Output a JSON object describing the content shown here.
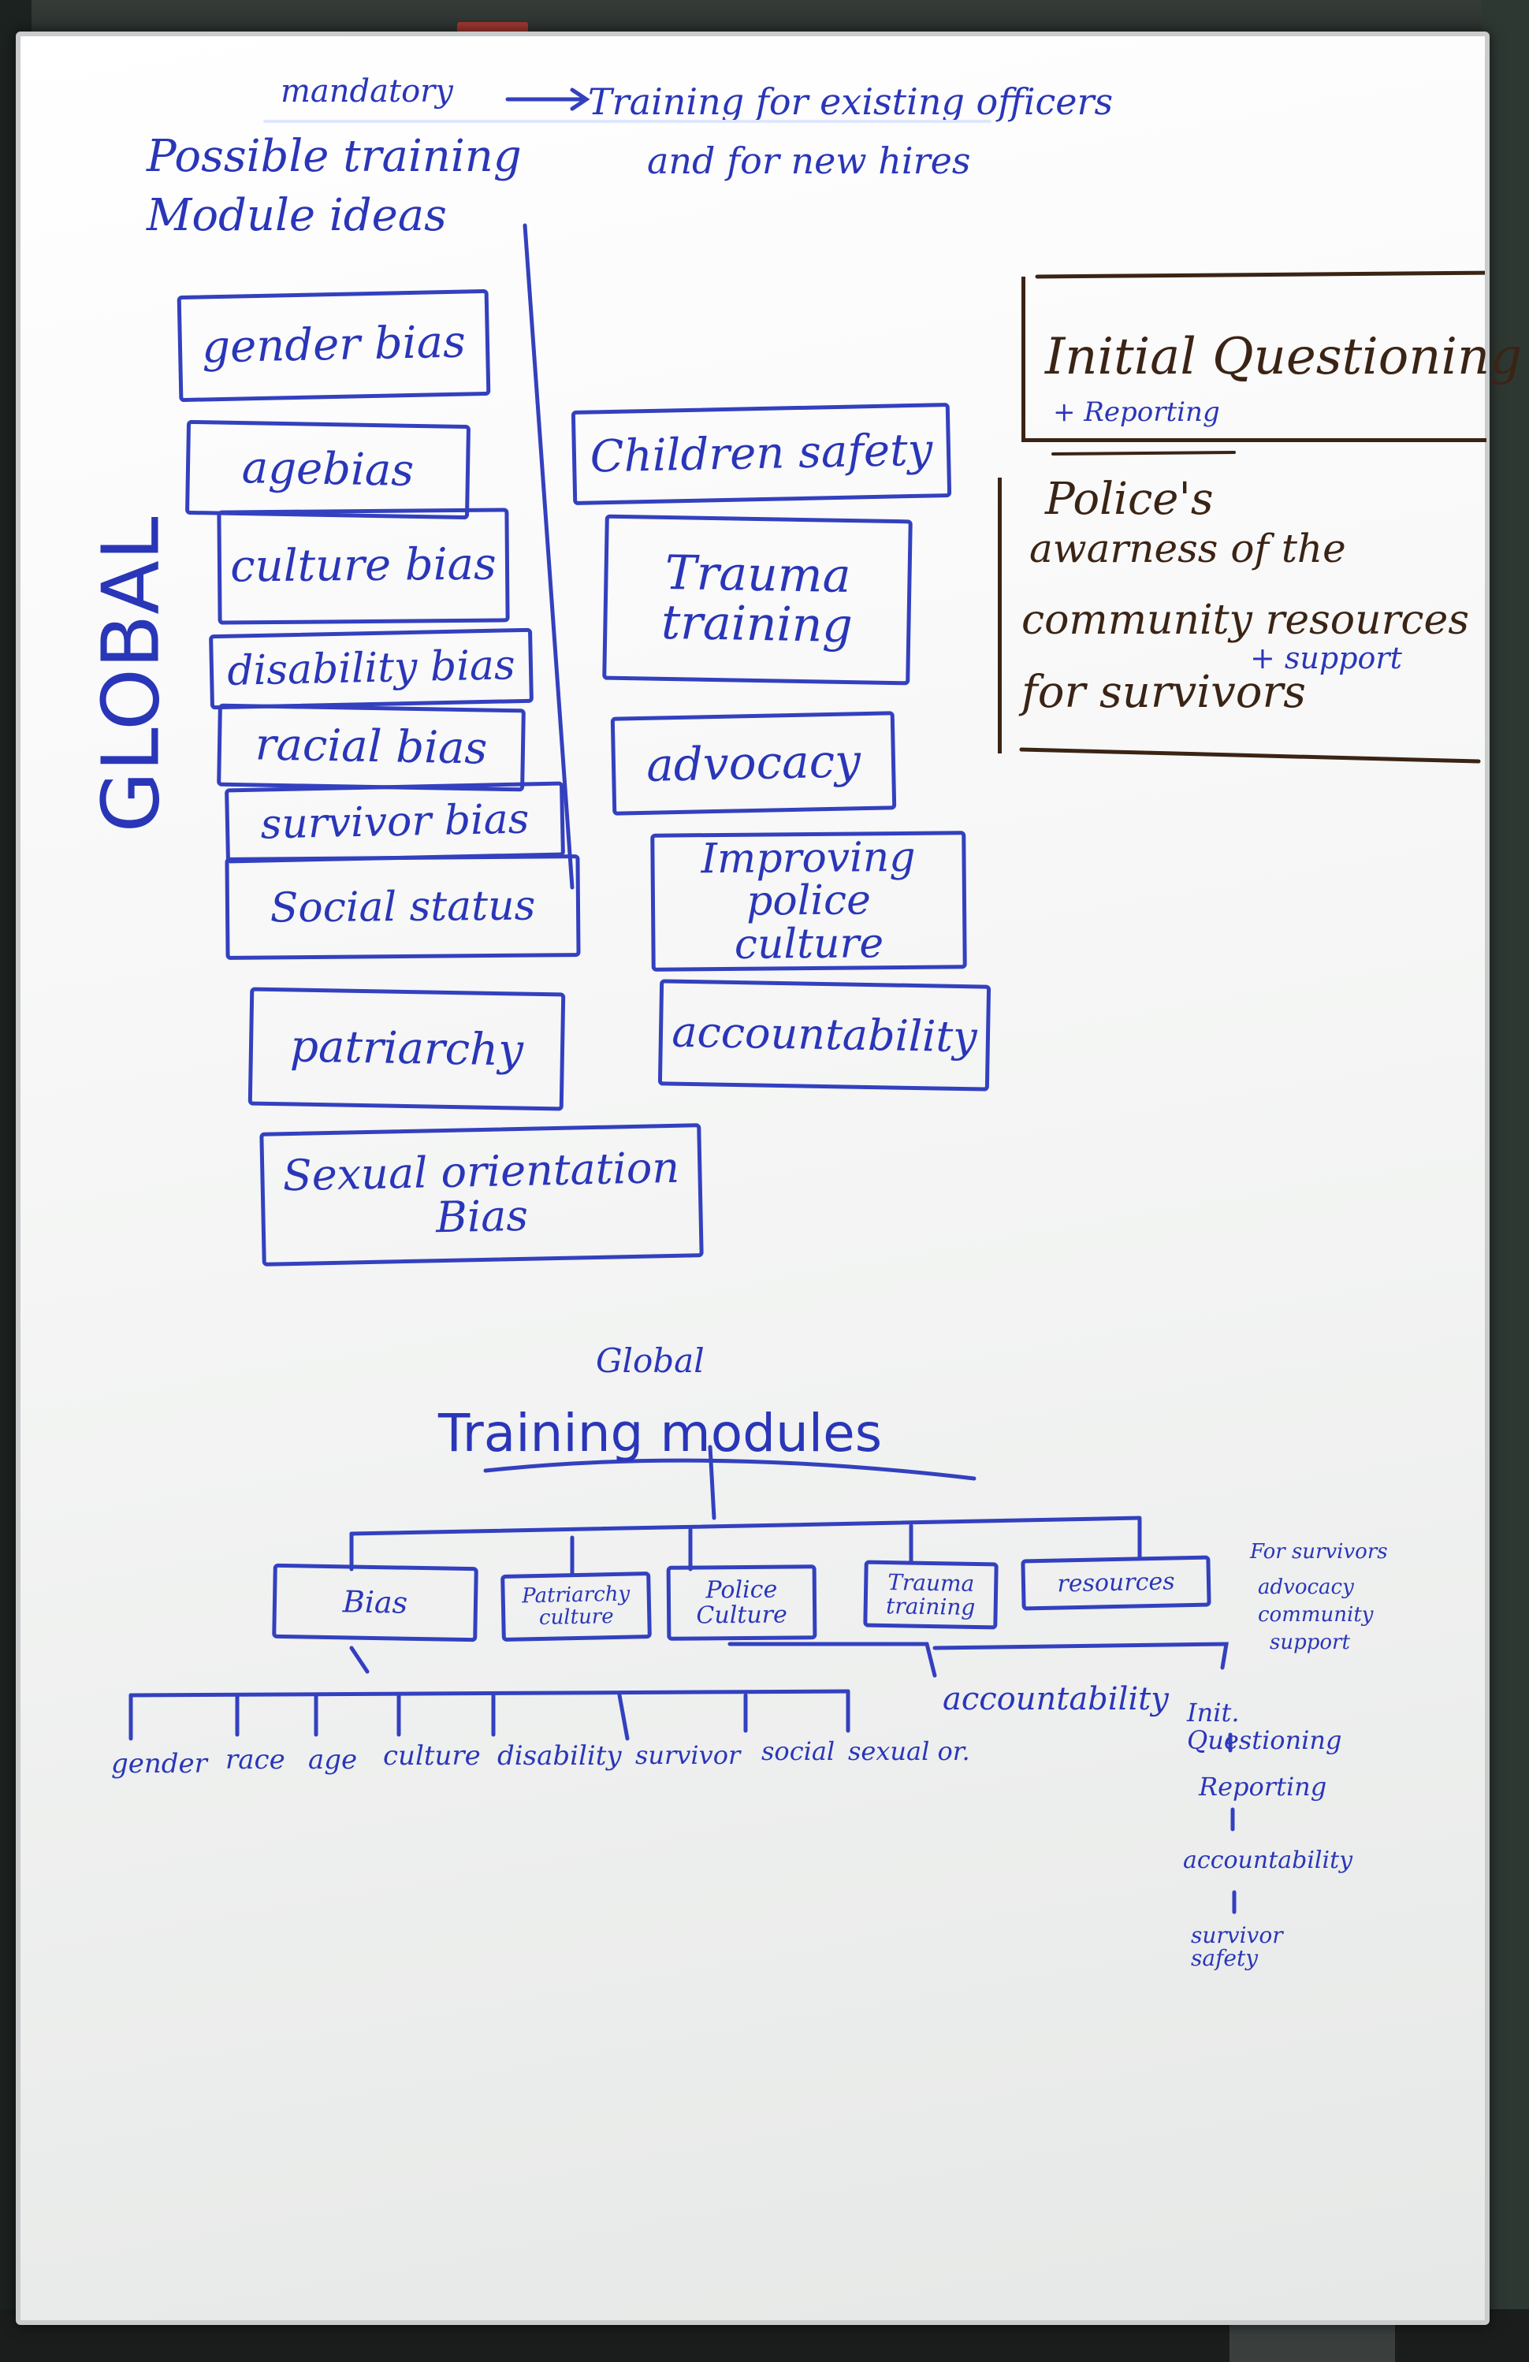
{
  "header": {
    "mandatory": "mandatory",
    "training_existing": "Training for existing officers",
    "new_hires": "and for new hires",
    "possible": "Possible training",
    "module_ideas": "Module ideas"
  },
  "global_label": "GLOBAL",
  "left_boxes": [
    "gender bias",
    "agebias",
    "culture bias",
    "disability bias",
    "racial bias",
    "survivor bias",
    "Social status",
    "patriarchy",
    "Sexual orientation Bias"
  ],
  "mid_boxes": [
    "Children safety",
    "Trauma training",
    "advocacy",
    "Improving police culture",
    "accountability"
  ],
  "right_section": {
    "initial": "Initial Questioning",
    "reporting": "+ Reporting",
    "police": "Police's",
    "awareness": "awarness of the",
    "community": "community resources",
    "support": "+ support",
    "survivors": "for survivors"
  },
  "tree": {
    "global": "Global",
    "title": "Training modules",
    "branches": [
      "Bias",
      "Patriarchy culture",
      "Police Culture",
      "Trauma training",
      "resources"
    ],
    "bias_leaves": [
      "gender",
      "race",
      "age",
      "culture",
      "disability",
      "survivor",
      "social",
      "sexual or."
    ],
    "accountability": "accountability",
    "resources_notes": [
      "For survivors",
      "advocacy",
      "community",
      "support"
    ],
    "chain": [
      "Init. Questioning",
      "Reporting",
      "accountability",
      "survivor safety"
    ]
  },
  "colors": {
    "marker_blue": "#2a36b8",
    "marker_brown": "#3b2415",
    "board": "#f5f6f5"
  }
}
